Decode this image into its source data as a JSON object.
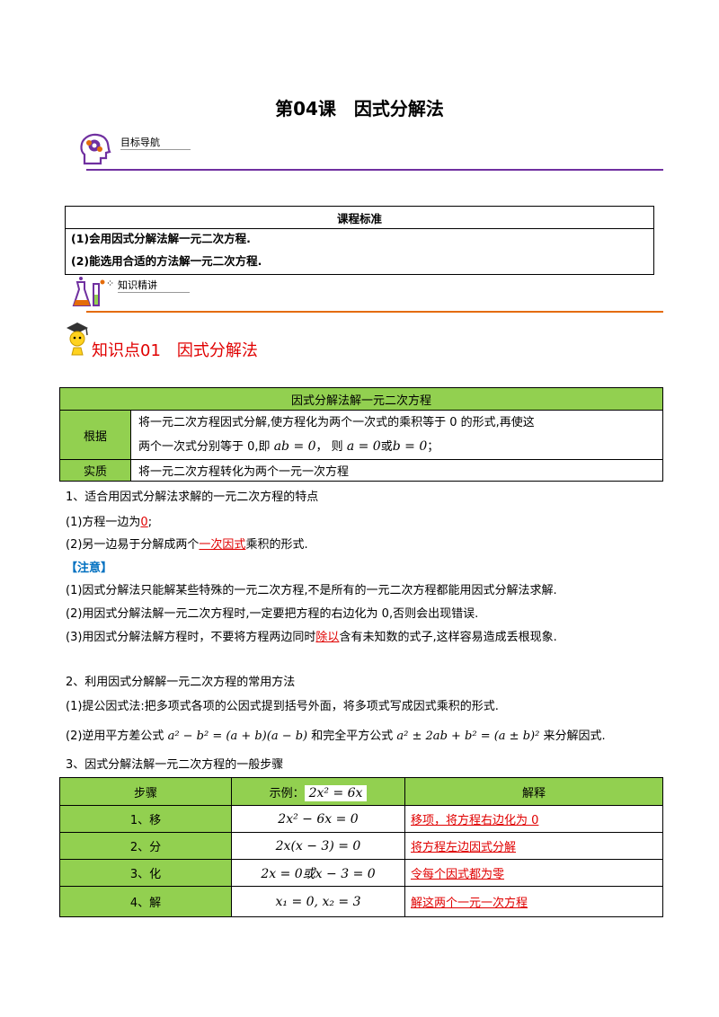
{
  "title": "第04课　因式分解法",
  "nav_label": "目标导航",
  "standard": {
    "header": "课程标准",
    "items": [
      "(1)会用因式分解法解一元二次方程.",
      "(2)能选用合适的方法解一元二次方程."
    ]
  },
  "knowledge_label": "知识精讲",
  "kp_title": "知识点01　因式分解法",
  "table1": {
    "header": "因式分解法解一元二次方程",
    "row1_label": "根据",
    "row1_line1": "将一元二次方程因式分解,使方程化为两个一次式的乘积等于 0 的形式,再使这",
    "row1_line2_a": "两个一次式分别等于 0,即",
    "row1_math1": "ab = 0",
    "row1_sep": "， 则",
    "row1_math2": "a = 0",
    "row1_or": "或",
    "row1_math3": "b = 0",
    "row1_end": "；",
    "row2_label": "实质",
    "row2_text": "将一元二次方程转化为两个一元一次方程"
  },
  "s1": {
    "heading": "1、适合用因式分解法求解的一元二次方程的特点",
    "p1_a": "(1)方程一边为",
    "p1_red": "0",
    "p1_b": ";",
    "p2_a": "(2)另一边易于分解成两个",
    "p2_red": "一次因式",
    "p2_b": "乘积的形式."
  },
  "note": {
    "label": "【注意】",
    "n1": "(1)因式分解法只能解某些特殊的一元二次方程,不是所有的一元二次方程都能用因式分解法求解.",
    "n2": "(2)用因式分解法解一元二次方程时,一定要把方程的右边化为 0,否则会出现错误.",
    "n3_a": "(3)用因式分解法解方程时，不要将方程两边同时",
    "n3_red": "除以",
    "n3_b": "含有未知数的式子,这样容易造成丢根现象."
  },
  "s2": {
    "heading": "2、利用因式分解解一元二次方程的常用方法",
    "p1": "(1)提公因式法:把多项式各项的公因式提到括号外面，将多项式写成因式乘积的形式.",
    "p2_a": "(2)逆用平方差公式",
    "p2_m1": "a² − b² = (a + b)(a − b)",
    "p2_b": "和完全平方公式",
    "p2_m2": "a² ± 2ab + b² = (a ± b)²",
    "p2_c": "来分解因式."
  },
  "s3": {
    "heading": "3、因式分解法解一元二次方程的一般步骤",
    "col1": "步骤",
    "col2": "示例：",
    "col2_math": "2x² = 6x",
    "col3": "解释",
    "rows": [
      {
        "step": "1、移",
        "example": "2x² − 6x = 0",
        "explain": "移项，将方程右边化为 0"
      },
      {
        "step": "2、分",
        "example": "2x(x − 3) = 0",
        "explain": "将方程左边因式分解"
      },
      {
        "step": "3、化",
        "example": "2x = 0或x − 3 = 0",
        "explain": "令每个因式都为零"
      },
      {
        "step": "4、解",
        "example": "x₁ = 0, x₂ = 3",
        "explain": "解这两个一元一次方程"
      }
    ]
  }
}
